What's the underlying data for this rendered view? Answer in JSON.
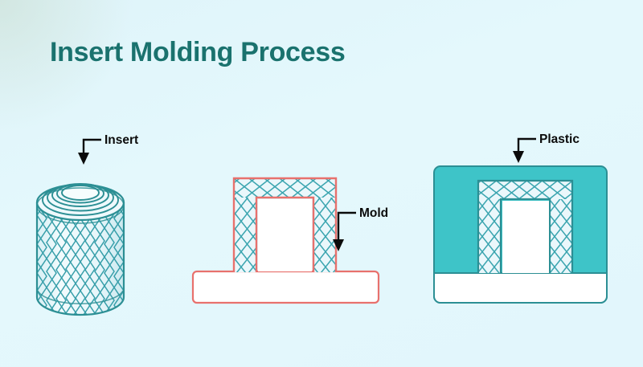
{
  "page": {
    "title": "Insert Molding Process",
    "background_color": "#e2f6fc",
    "title_color": "#1a726e"
  },
  "colors": {
    "plastic_teal": "#3ec4c8",
    "knurl_line": "#3ba5b0",
    "insert_outline": "#2c8f94",
    "mold_outline": "#e8716d",
    "insert_fill": "#eaf7fb",
    "white": "#ffffff",
    "arrow": "#0b0b0b"
  },
  "labels": [
    {
      "id": "insert",
      "text": "Insert",
      "arrow": "elbow-down-left"
    },
    {
      "id": "mold",
      "text": "Mold",
      "arrow": "elbow-down-left"
    },
    {
      "id": "plastic",
      "text": "Plastic",
      "arrow": "elbow-down-left"
    }
  ],
  "figures": [
    {
      "id": "knurled-insert",
      "name": "Knurled threaded insert (3D view)",
      "description": "Cylinder with internal thread rings at top and diamond knurl pattern on body",
      "thread_rings": 5,
      "knurl_columns": 9,
      "knurl_rows": 5
    },
    {
      "id": "insert-in-mold",
      "name": "Insert placed in mold cavity (cross-section)",
      "description": "Inverted-U insert cross-section with knurl hatching, red mold outline, base plate",
      "outline_color": "#e8716d"
    },
    {
      "id": "overmolded-part",
      "name": "Overmolded plastic part (cross-section)",
      "description": "Insert encapsulated in solid teal plastic block over white base",
      "outline_color": "#2c8f94"
    }
  ]
}
